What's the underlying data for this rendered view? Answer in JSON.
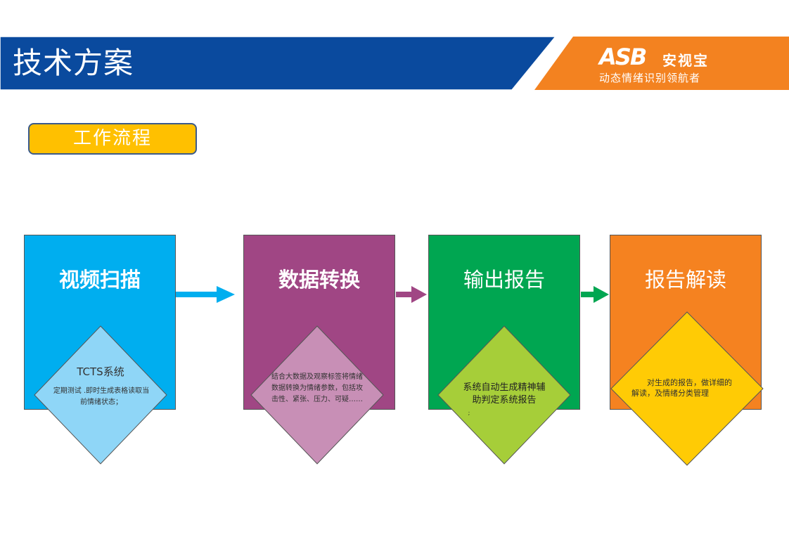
{
  "header": {
    "title": "技术方案",
    "brand_logo": "ASB",
    "brand_name": "安视宝",
    "slogan": "动态情绪识别领航者",
    "colors": {
      "blue": "#0a4a9e",
      "orange": "#f38220"
    }
  },
  "section": {
    "label": "工作流程"
  },
  "steps": [
    {
      "title": "视频扫描",
      "box_color": "#00aeef",
      "diamond_color": "#8fd6f7",
      "heading": "TCTS系统",
      "body": "定期测试 .即时生成表格读取当前情绪状态；"
    },
    {
      "title": "数据转换",
      "box_color": "#a04684",
      "diamond_color": "#c88fb6",
      "body": "结合大数据及观察标签将情绪数据转换为情绪参数，包括攻击性、紧张、压力、可疑……"
    },
    {
      "title": "输出报告",
      "box_color": "#00a651",
      "diamond_color": "#a6ce39",
      "body": "系统自动生成精神辅助判定系统报告",
      "note": ";"
    },
    {
      "title": "报告解读",
      "box_color": "#f58220",
      "diamond_color": "#ffcb05",
      "body": "对生成的报告，做详细的解读，及情绪分类管理"
    }
  ]
}
